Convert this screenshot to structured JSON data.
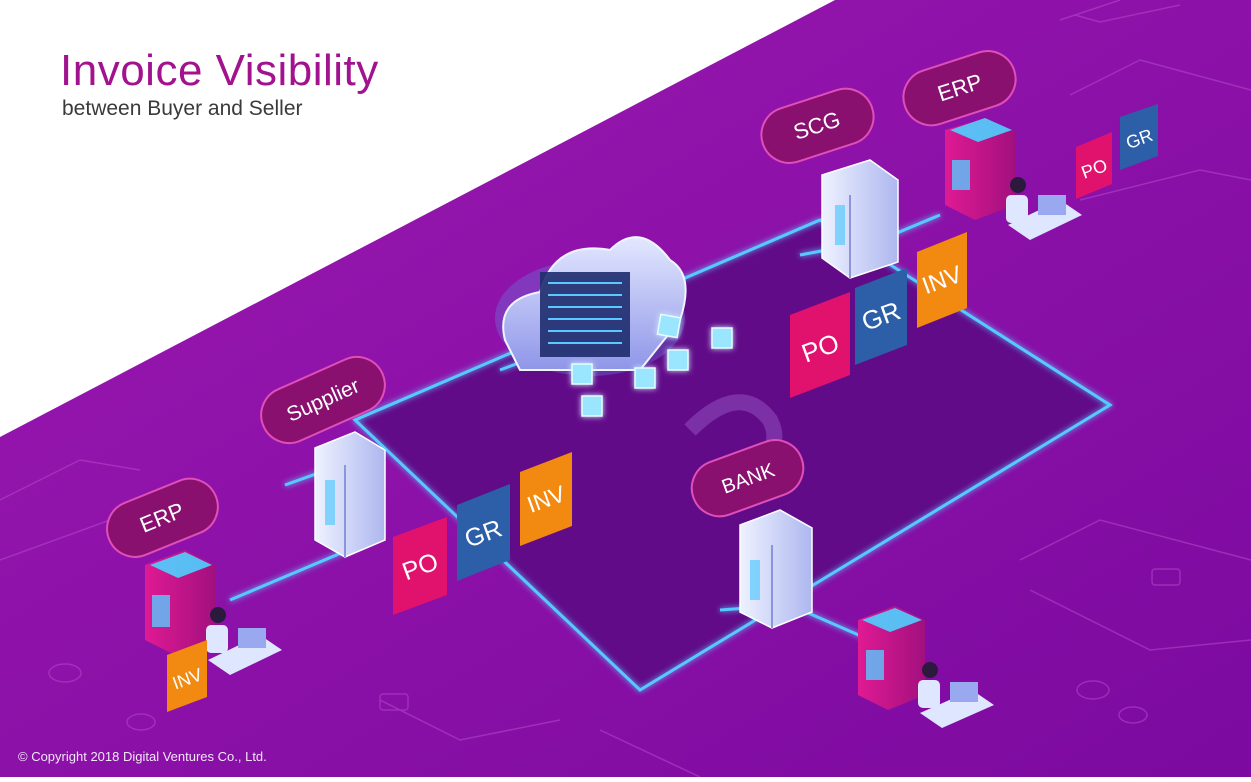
{
  "header": {
    "title": "Invoice Visibility",
    "subtitle": "between Buyer and Seller"
  },
  "footer": {
    "copyright": "© Copyright 2018 Digital Ventures Co., Ltd."
  },
  "nodes": {
    "scg": {
      "label": "SCG"
    },
    "erp_buyer": {
      "label": "ERP"
    },
    "supplier": {
      "label": "Supplier"
    },
    "erp_seller": {
      "label": "ERP"
    },
    "bank": {
      "label": "BANK"
    }
  },
  "documents": {
    "po": "PO",
    "gr": "GR",
    "inv": "INV"
  },
  "colors": {
    "background_top": "#ffffff",
    "background_purple": "#8a12a8",
    "platform": "#5e0c86",
    "circuit": "#59c9ff",
    "title": "#a3128e",
    "doc_po": "#e0126e",
    "doc_gr": "#2d5fa8",
    "doc_inv": "#f28a12",
    "label_bubble": "#8a1070"
  }
}
